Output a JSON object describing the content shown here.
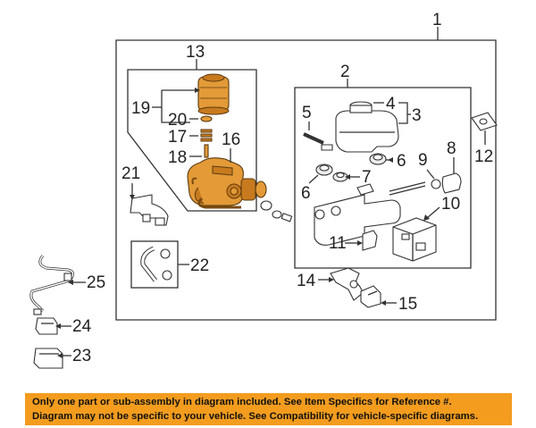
{
  "callouts": {
    "c1": "1",
    "c2": "2",
    "c3": "3",
    "c4": "4",
    "c5": "5",
    "c6a": "6",
    "c6b": "6",
    "c7": "7",
    "c8": "8",
    "c9": "9",
    "c10": "10",
    "c11": "11",
    "c12": "12",
    "c13": "13",
    "c14": "14",
    "c15": "15",
    "c16": "16",
    "c17": "17",
    "c18": "18",
    "c19": "19",
    "c20": "20",
    "c21": "21",
    "c22": "22",
    "c23": "23",
    "c24": "24",
    "c25": "25"
  },
  "disclaimer": {
    "line1": "Only one part or sub-assembly in diagram included. See Item Specifics for Reference #.",
    "line2": "Diagram may not be specific to your vehicle. See Compatibility for vehicle-specific diagrams."
  },
  "colors": {
    "highlight_part": "#e39a37",
    "banner": "#f39c1e"
  }
}
